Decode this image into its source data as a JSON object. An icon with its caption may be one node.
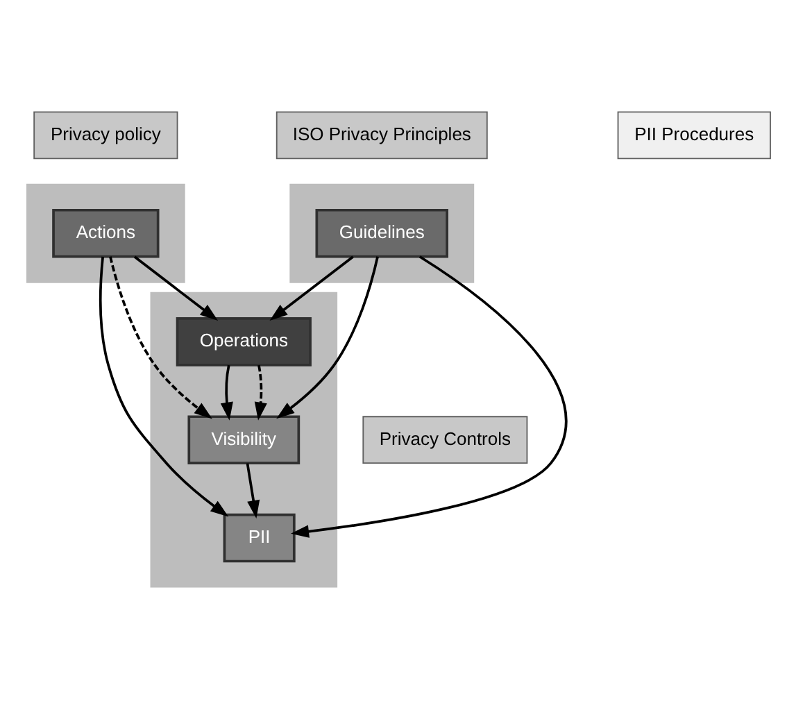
{
  "diagram": {
    "nodes": [
      {
        "text": [
          "ISO Privacy Principles"
        ]
      },
      {
        "text": [
          "PII Procedures"
        ]
      },
      {
        "text": [
          "Privacy policy"
        ]
      },
      {
        "text": [],
        "shape": "band"
      },
      {
        "text": [],
        "shape": "band"
      },
      {
        "text": [],
        "shape": "band"
      },
      {
        "text": [
          "Guidelines"
        ],
        "in": 3
      },
      {
        "text": [
          "PII"
        ],
        "in": 4
      },
      {
        "text": [
          "Visibility"
        ],
        "in": 4
      },
      {
        "text": [
          "Actions"
        ],
        "in": 5
      },
      {
        "text": [
          "Operations"
        ],
        "in": 4
      },
      {
        "text": [
          "Privacy Controls"
        ]
      }
    ],
    "edges": [
      {
        "from": 6,
        "to": 7,
        "arrow": "to"
      },
      {
        "from": 6,
        "to": 8,
        "arrow": "to"
      },
      {
        "from": 6,
        "to": 10,
        "arrow": "to"
      },
      {
        "from": 8,
        "to": 7,
        "arrow": "to"
      },
      {
        "from": 9,
        "to": 7,
        "arrow": "to"
      },
      {
        "from": 9,
        "to": 8,
        "arrow": "to",
        "style": "dashed"
      },
      {
        "from": 9,
        "to": 10,
        "arrow": "to"
      },
      {
        "from": 10,
        "to": 8,
        "arrow": "to"
      },
      {
        "from": 10,
        "to": 8,
        "arrow": "to",
        "style": "dashed"
      }
    ]
  }
}
